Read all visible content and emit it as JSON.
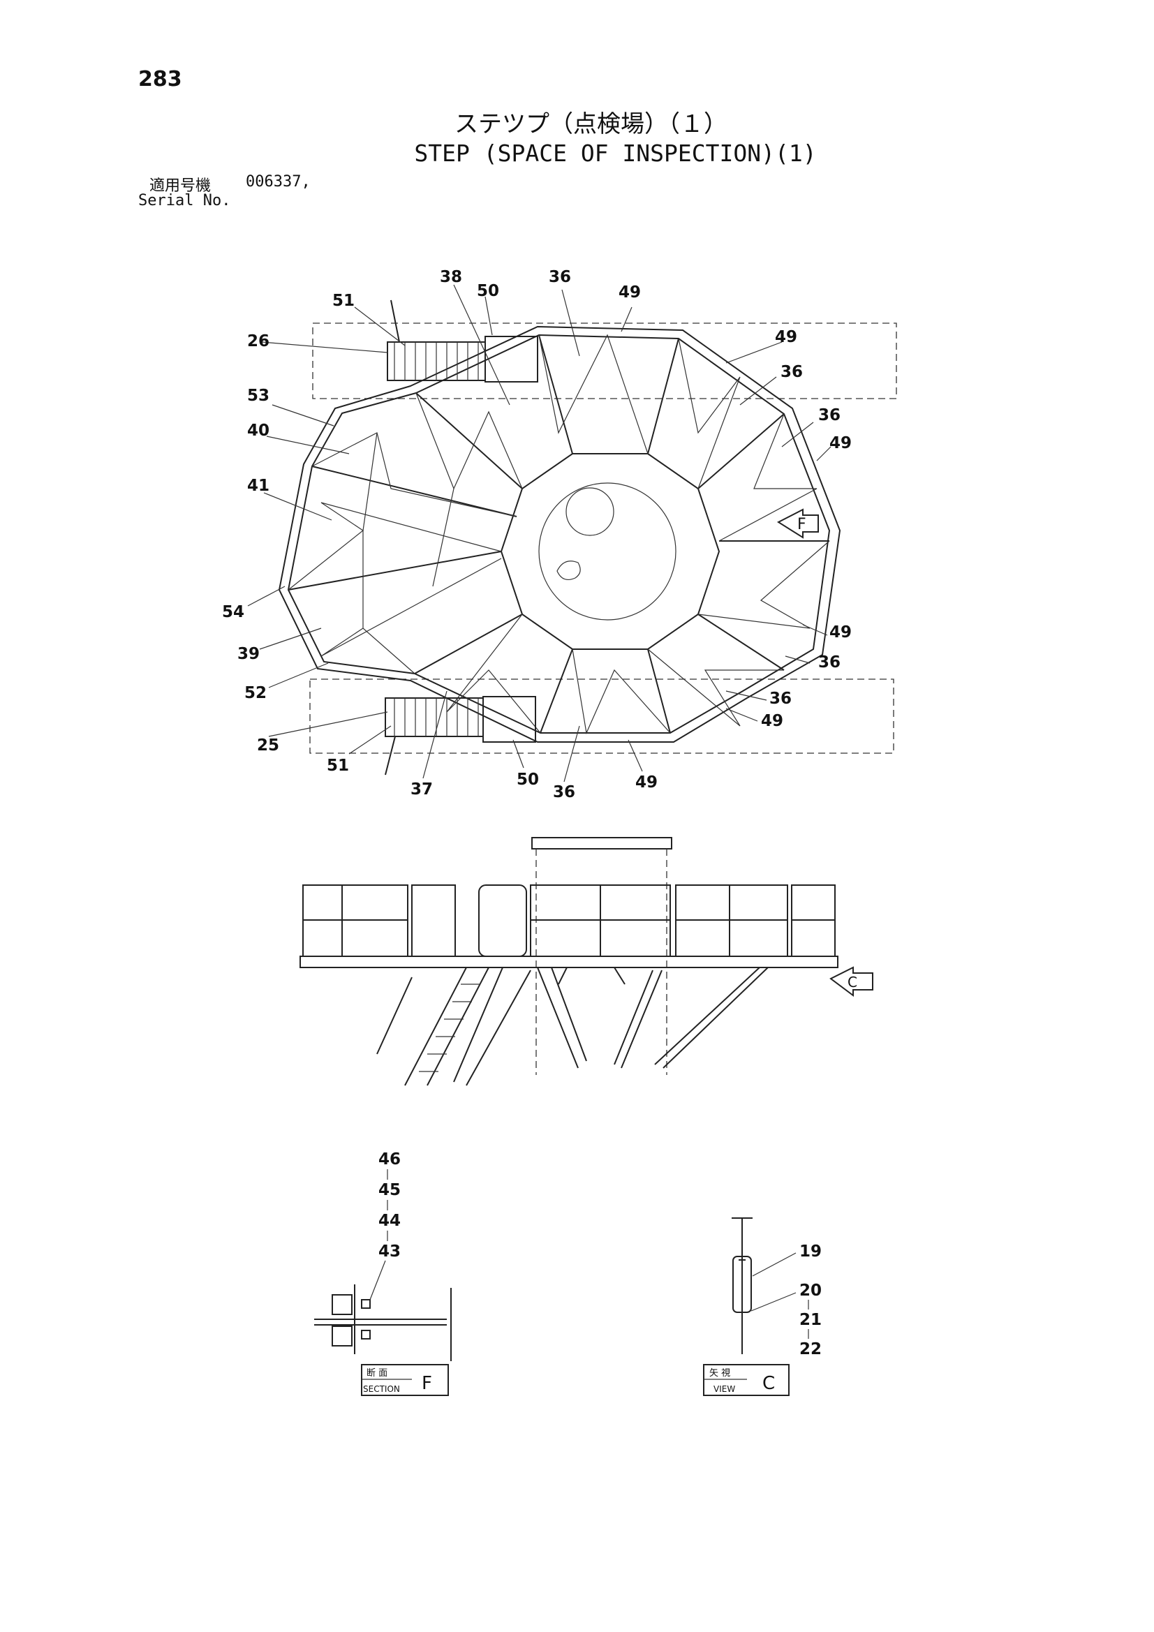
{
  "page": {
    "number": "283"
  },
  "title": {
    "japanese": "ステツプ（点検場）（１）",
    "english": "STEP (SPACE OF INSPECTION)(1)"
  },
  "serial": {
    "label_jp": "適用号機",
    "value": "006337,",
    "label_en": "Serial No."
  },
  "top_view_labels": [
    "51",
    "26",
    "53",
    "40",
    "41",
    "54",
    "39",
    "52",
    "25",
    "51",
    "37",
    "50",
    "36",
    "49",
    "38",
    "50",
    "36",
    "49",
    "49",
    "36",
    "36",
    "49",
    "49",
    "36",
    "36",
    "49"
  ],
  "arrow_markers": {
    "section": "F",
    "view": "C"
  },
  "section_f": {
    "parts": [
      "46",
      "45",
      "44",
      "43"
    ],
    "caption_jp": "断 面",
    "caption_en": "SECTION",
    "letter": "F"
  },
  "view_c": {
    "parts": [
      "19",
      "20",
      "21",
      "22"
    ],
    "caption_jp": "矢 視",
    "caption_en": "VIEW",
    "letter": "C"
  }
}
